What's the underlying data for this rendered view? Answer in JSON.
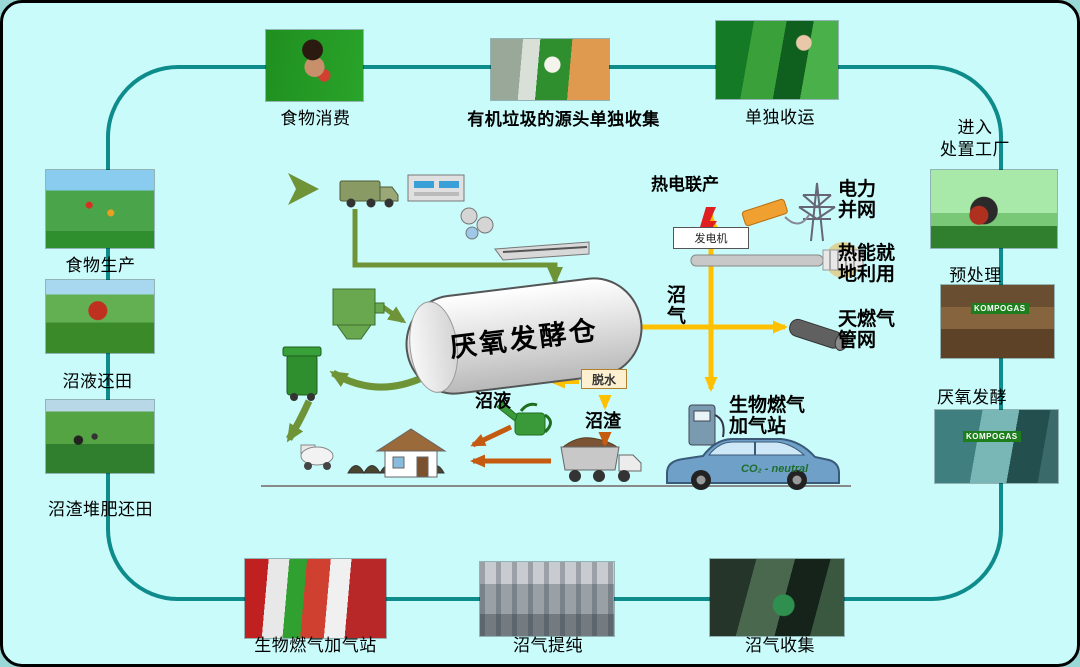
{
  "colors": {
    "background": "#C9FBFB",
    "loop_border": "#0E8B8B",
    "green_flow": "#6F9438",
    "yellow_flow": "#FFC000",
    "orange_flow": "#C55A11"
  },
  "captions": {
    "food_consumption": "食物消费",
    "source_separation": "有机垃圾的源头单独收集",
    "separate_collection": "单独收运",
    "plant_entry": "进入\n处置工厂",
    "pretreatment": "预处理",
    "anaerobic_digestion": "厌氧发酵",
    "food_production": "食物生产",
    "slurry_to_field": "沼液还田",
    "residue_compost_to_field": "沼渣堆肥还田",
    "biogas_station": "生物燃气加气站",
    "biogas_purification": "沼气提纯",
    "biogas_collection": "沼气收集"
  },
  "center": {
    "digester": "厌氧发酵仓",
    "biogas": "沼气",
    "slurry": "沼液",
    "dewatering": "脱水",
    "residue": "沼渣",
    "chp": "热电联产",
    "generator": "发电机",
    "power_grid": "电力并网",
    "heat_use": "热能就地利用",
    "gas_network": "天燃气管网",
    "filling_station": "生物燃气加气站",
    "car_text": "CO₂ - neutral"
  },
  "photo_signs": {
    "kompogas1": "KOMPOGAS",
    "kompogas2": "KOMPOGAS"
  }
}
